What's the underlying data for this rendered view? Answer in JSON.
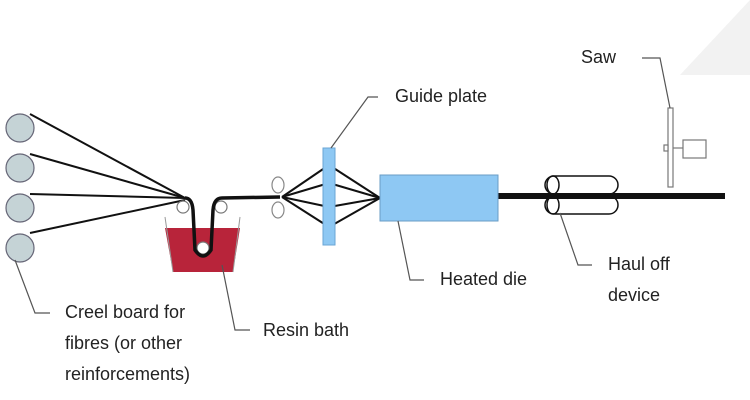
{
  "labels": {
    "saw": "Saw",
    "guide_plate": "Guide plate",
    "heated_die": "Heated die",
    "haul_off": [
      "Haul off",
      "device"
    ],
    "resin_bath": "Resin bath",
    "creel": [
      "Creel board for",
      "fibres (or other",
      "reinforcements)"
    ]
  },
  "colors": {
    "creel": "#c5d3d6",
    "resin": "#b8243a",
    "blue": "#8ec8f3",
    "fibre": "#111111"
  }
}
